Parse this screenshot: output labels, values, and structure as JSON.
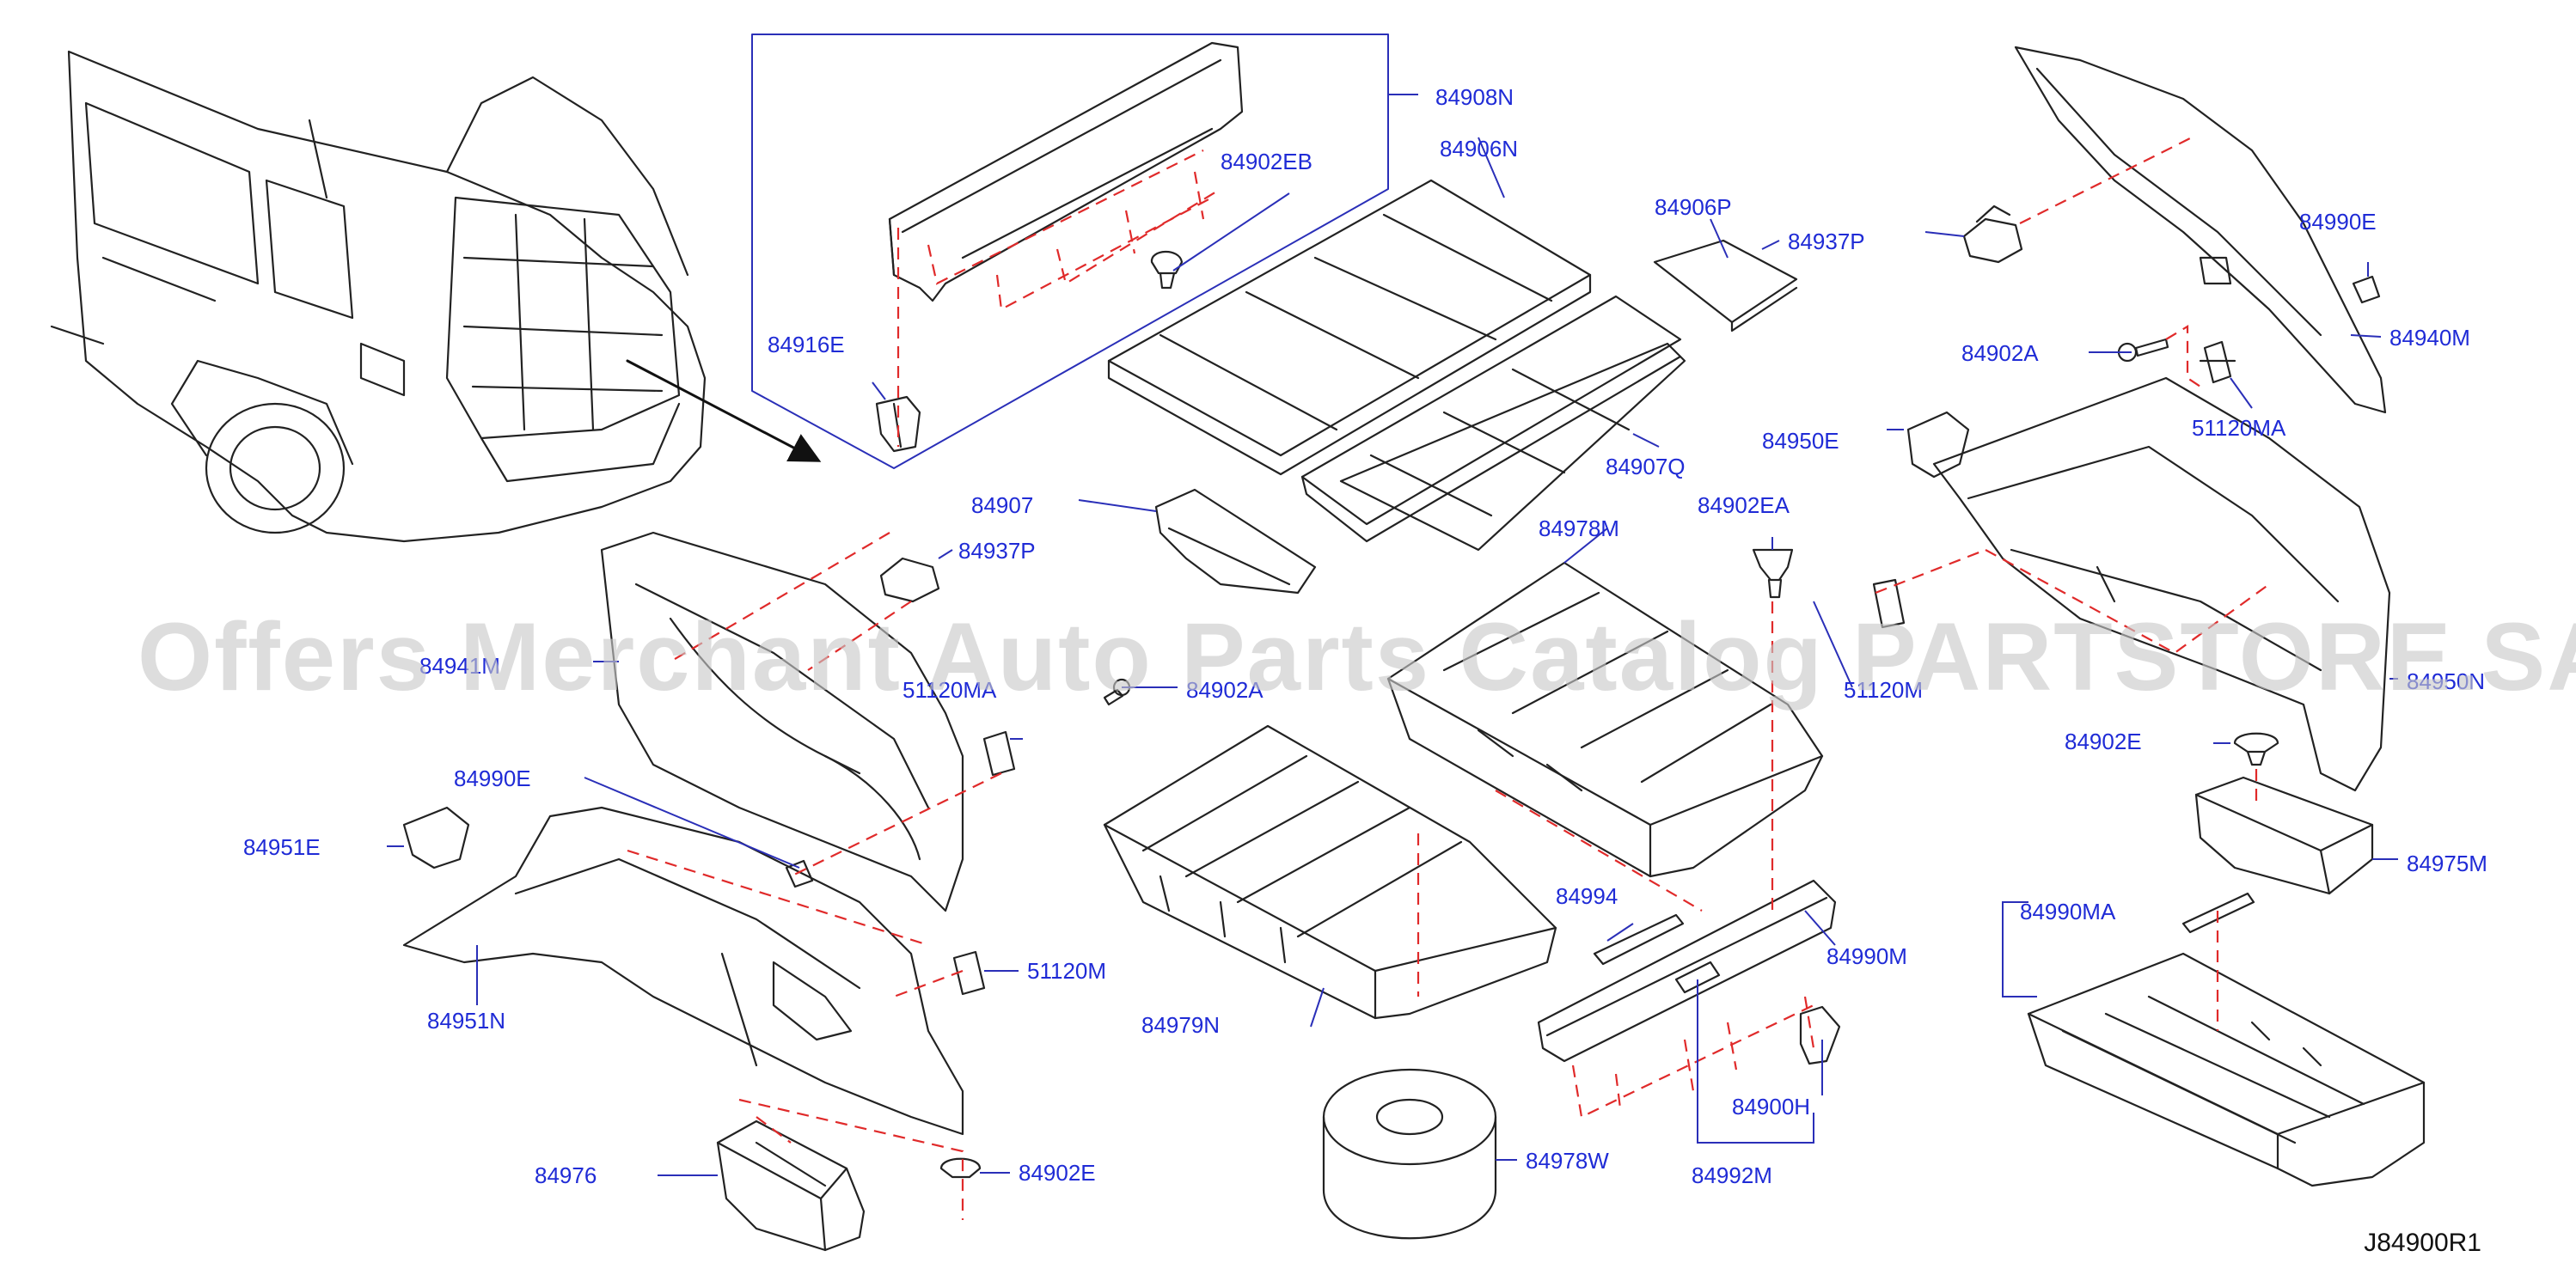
{
  "diagram": {
    "code": "J84900R1",
    "watermark": "Offers Merchant Auto Parts Catalog PARTSTORE.SA",
    "colors": {
      "label": "#1f2bd6",
      "leader": "#2a2fb8",
      "dash": "#e02a2a",
      "ink": "#111111"
    },
    "labels": [
      {
        "id": "84908N",
        "text": "84908N"
      },
      {
        "id": "84902EB",
        "text": "84902EB"
      },
      {
        "id": "84906N",
        "text": "84906N"
      },
      {
        "id": "84906P",
        "text": "84906P"
      },
      {
        "id": "84937P_a",
        "text": "84937P"
      },
      {
        "id": "84916E",
        "text": "84916E"
      },
      {
        "id": "84907Q",
        "text": "84907Q"
      },
      {
        "id": "84907",
        "text": "84907"
      },
      {
        "id": "84937P_b",
        "text": "84937P"
      },
      {
        "id": "84941M",
        "text": "84941M"
      },
      {
        "id": "51120MA_a",
        "text": "51120MA"
      },
      {
        "id": "84902A_a",
        "text": "84902A"
      },
      {
        "id": "84978M",
        "text": "84978M"
      },
      {
        "id": "84902EA",
        "text": "84902EA"
      },
      {
        "id": "51120M_b",
        "text": "51120M"
      },
      {
        "id": "84990E_a",
        "text": "84990E"
      },
      {
        "id": "84951E",
        "text": "84951E"
      },
      {
        "id": "84951N",
        "text": "84951N"
      },
      {
        "id": "51120M_a",
        "text": "51120M"
      },
      {
        "id": "84979N",
        "text": "84979N"
      },
      {
        "id": "84994",
        "text": "84994"
      },
      {
        "id": "84990M",
        "text": "84990M"
      },
      {
        "id": "84900H",
        "text": "84900H"
      },
      {
        "id": "84992M",
        "text": "84992M"
      },
      {
        "id": "84976",
        "text": "84976"
      },
      {
        "id": "84902E_a",
        "text": "84902E"
      },
      {
        "id": "84978W",
        "text": "84978W"
      },
      {
        "id": "84990E_b",
        "text": "84990E"
      },
      {
        "id": "84940M",
        "text": "84940M"
      },
      {
        "id": "84902A_b",
        "text": "84902A"
      },
      {
        "id": "51120MA_b",
        "text": "51120MA"
      },
      {
        "id": "84950E",
        "text": "84950E"
      },
      {
        "id": "84950N",
        "text": "84950N"
      },
      {
        "id": "84902E_b",
        "text": "84902E"
      },
      {
        "id": "84975M",
        "text": "84975M"
      },
      {
        "id": "84990MA",
        "text": "84990MA"
      }
    ]
  }
}
